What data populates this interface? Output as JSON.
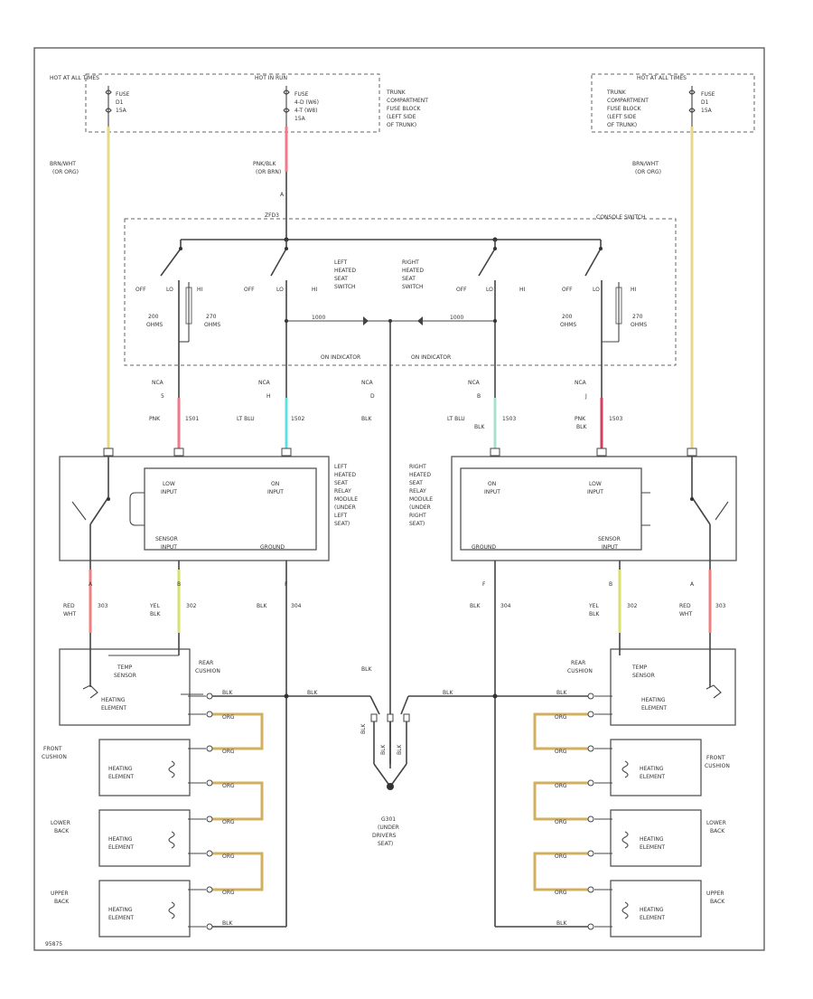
{
  "fuse_boxes": {
    "left": {
      "header": "HOT AT ALL TIMES",
      "fuse": "FUSE",
      "num": "D1",
      "amp": "15A"
    },
    "center": {
      "header": "HOT IN RUN",
      "fuse": "FUSE",
      "num1": "4-D (W6)",
      "num2": "4-T (W8)",
      "amp": "15A"
    },
    "right": {
      "header": "HOT AT ALL TIMES",
      "fuse": "FUSE",
      "num": "D1",
      "amp": "15A"
    },
    "trunk_label_left": [
      "TRUNK",
      "COMPARTMENT",
      "FUSE BLOCK",
      "(LEFT SIDE",
      "OF TRUNK)"
    ],
    "trunk_label_right": [
      "TRUNK",
      "COMPARTMENT",
      "FUSE BLOCK",
      "(LEFT SIDE",
      "OF TRUNK)"
    ]
  },
  "wires": {
    "left_power": [
      "BRN/WHT",
      "(OR ORG)"
    ],
    "center_power": [
      "PNK/BLK",
      "(OR BRN)"
    ],
    "right_power": [
      "BRN/WHT",
      "(OR ORG)"
    ],
    "left_low": [
      "PNK",
      "1501"
    ],
    "left_hi": [
      "LT BLU",
      "1502"
    ],
    "center_gnd": [
      "BLK"
    ],
    "right_hi": [
      "LT BLU",
      "1503",
      "BLK"
    ],
    "right_low": [
      "PNK",
      "1503",
      "BLK"
    ],
    "left_sensor1": [
      "RED",
      "WHT",
      "303"
    ],
    "left_sensor2": [
      "YEL",
      "BLK",
      "302"
    ],
    "left_ground": [
      "BLK",
      "304"
    ],
    "right_ground": [
      "BLK",
      "304"
    ],
    "right_sensor2": [
      "YEL",
      "BLK",
      "302"
    ],
    "right_sensor1": [
      "RED",
      "WHT",
      "303"
    ],
    "vertical_blk": "BLK",
    "heater_pwr": "ORG",
    "heater_gnd": "BLK"
  },
  "connectors": {
    "c_top": "A",
    "c_top2": "ZFD3",
    "ncas": [
      "NCA",
      "NCA",
      "NCA",
      "NCA",
      "NCA"
    ],
    "pins_top": [
      "5",
      "H",
      "D",
      "B",
      "J"
    ],
    "pins_left_bottom": [
      "A",
      "B",
      "F"
    ],
    "pins_right_bottom": [
      "F",
      "B",
      "A"
    ]
  },
  "console": {
    "title": "CONSOLE SWITCH",
    "left_label": [
      "LEFT",
      "HEATED",
      "SEAT",
      "SWITCH"
    ],
    "right_label": [
      "RIGHT",
      "HEATED",
      "SEAT",
      "SWITCH"
    ],
    "off": "OFF",
    "hi": "HI",
    "lo": "LO",
    "ohms1": [
      "200",
      "OHMS"
    ],
    "ohms2": [
      "270",
      "OHMS"
    ],
    "indicator": "ON INDICATOR",
    "indicator2": "ON INDICATOR",
    "diode_l": "1000",
    "diode_r": "1000"
  },
  "modules": {
    "left": {
      "low_input": [
        "LOW",
        "INPUT"
      ],
      "on_input": [
        "ON",
        "INPUT"
      ],
      "sensor_input": [
        "SENSOR",
        "INPUT"
      ],
      "ground": "GROUND",
      "label": [
        "LEFT",
        "HEATED",
        "SEAT",
        "RELAY",
        "MODULE",
        "(UNDER",
        "LEFT",
        "SEAT)"
      ]
    },
    "right": {
      "on_input": [
        "ON",
        "INPUT"
      ],
      "low_input": [
        "LOW",
        "INPUT"
      ],
      "ground": "GROUND",
      "sensor_input": [
        "SENSOR",
        "INPUT"
      ],
      "label": [
        "RIGHT",
        "HEATED",
        "SEAT",
        "RELAY",
        "MODULE",
        "(UNDER",
        "RIGHT",
        "SEAT)"
      ]
    }
  },
  "elements": {
    "rear_cushion": [
      "REAR",
      "CUSHION"
    ],
    "temp_sensor": [
      "TEMP",
      "SENSOR"
    ],
    "heating_element": [
      "HEATING",
      "ELEMENT"
    ],
    "front_cushion": [
      "FRONT",
      "CUSHION"
    ],
    "lower_back": [
      "LOWER",
      "BACK"
    ],
    "upper_back": [
      "UPPER",
      "BACK"
    ]
  },
  "ground": {
    "label": [
      "G301",
      "(UNDER",
      "DRIVERS",
      "SEAT)"
    ],
    "branch_labels": [
      "BLK",
      "BLK",
      "BLK"
    ]
  },
  "footer": "95875",
  "colors": {
    "yellow_wire": "#e6d98c",
    "pink_wire": "#f07a8a",
    "blue_wire": "#5fe0e0",
    "teal_wire": "#a8e0d0",
    "red_wire": "#f08080",
    "yellowgreen_wire": "#d8e070",
    "orange_wire": "#d2b060",
    "dark_red_wire": "#d04060",
    "black_wire": "#444444"
  }
}
